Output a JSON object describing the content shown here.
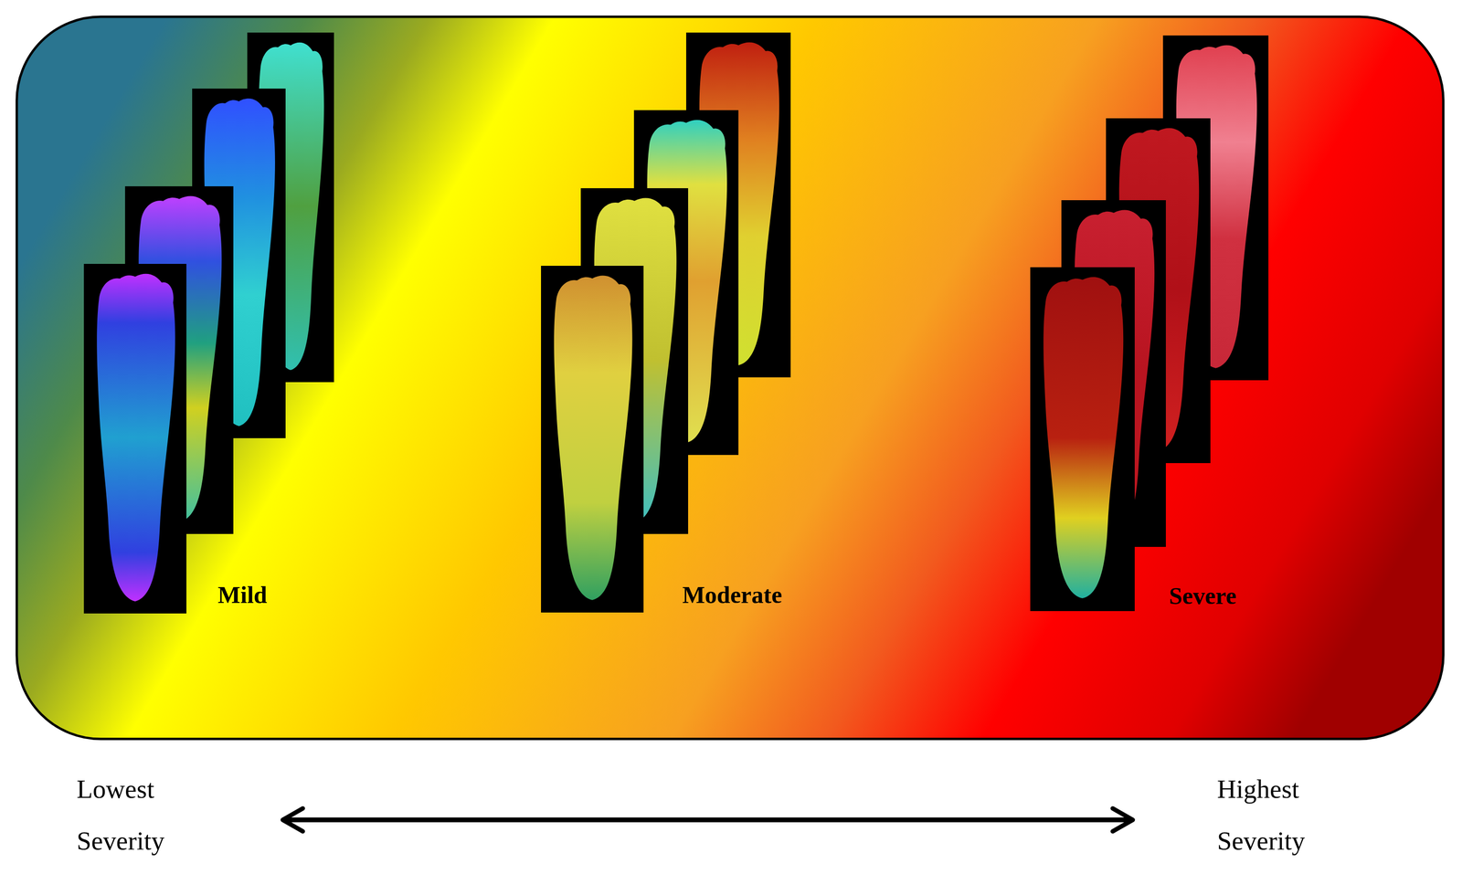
{
  "diagram": {
    "labels": [
      "Mild",
      "Moderate",
      "Severe",
      "Lowest Severity",
      "Highest Severity"
    ]
  }
}
